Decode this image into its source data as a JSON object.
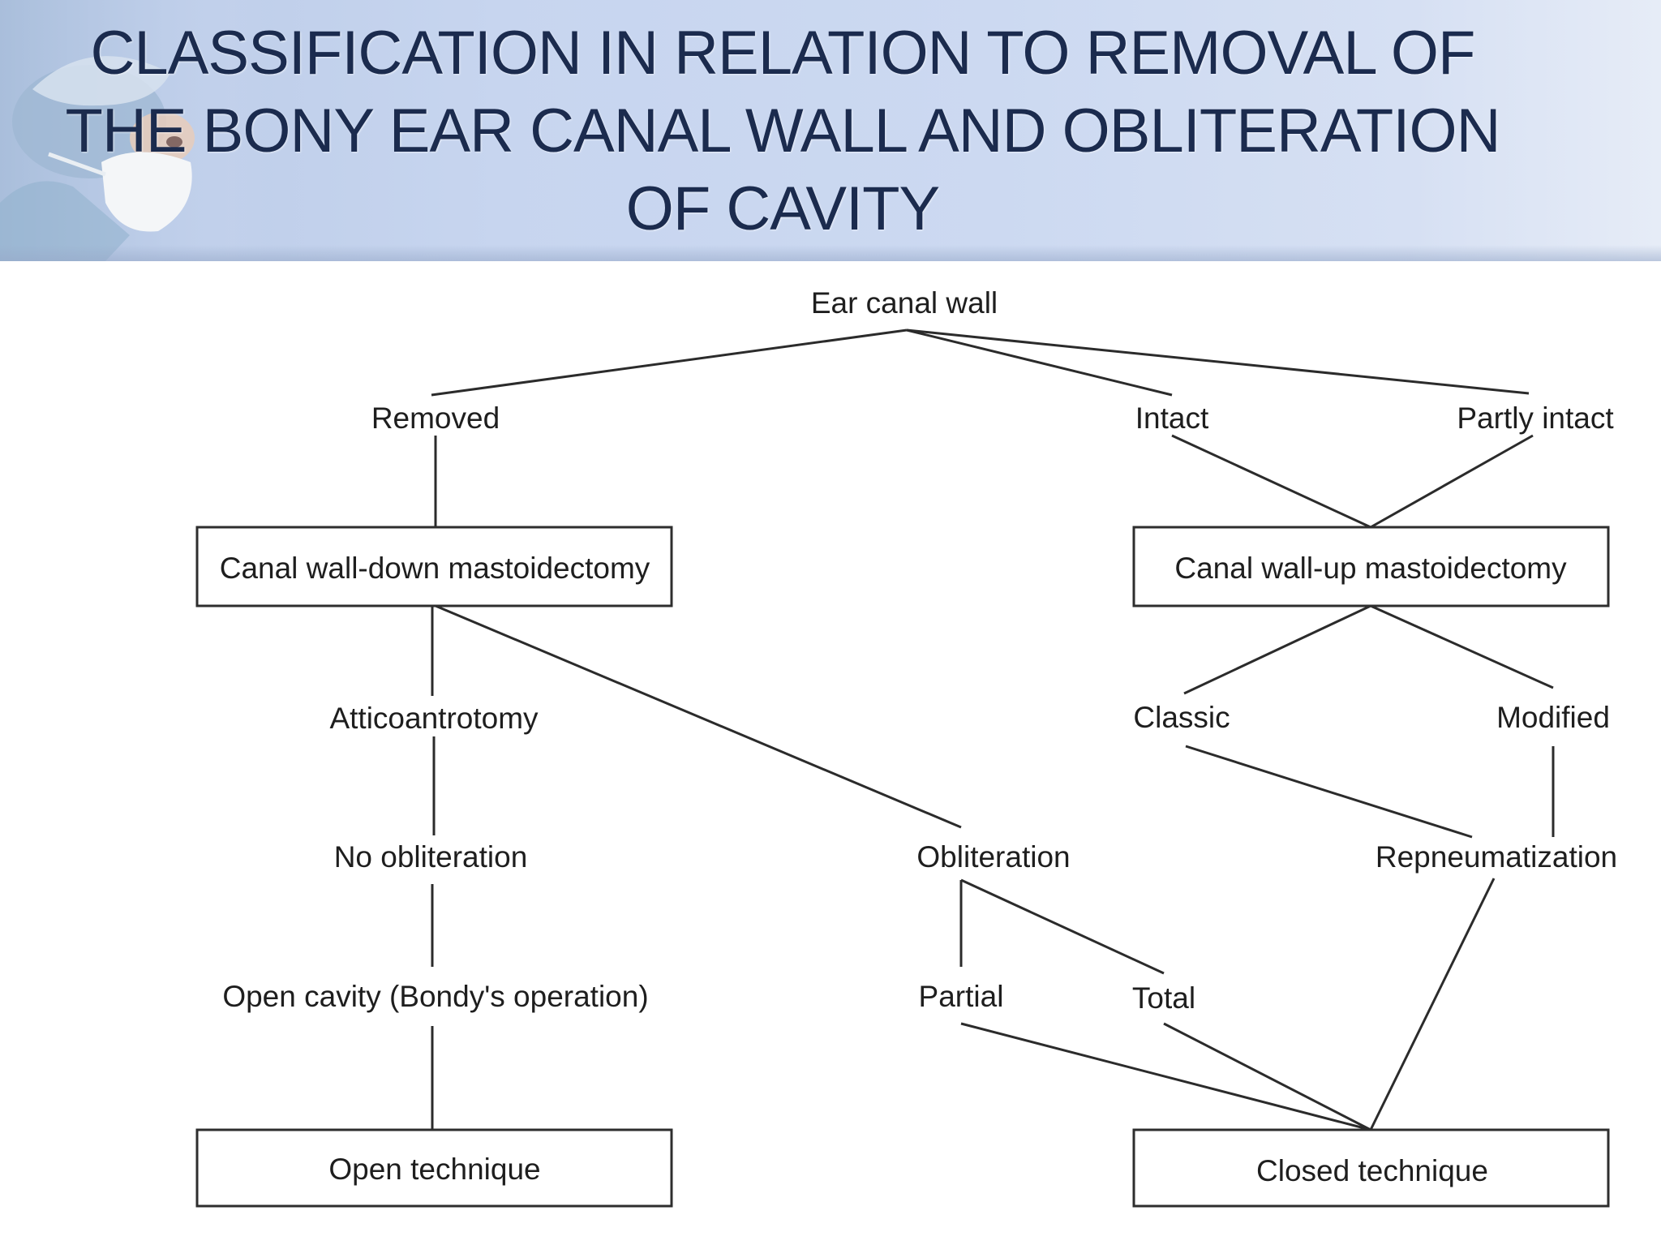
{
  "slide": {
    "title": "CLASSIFICATION IN RELATION TO REMOVAL OF THE BONY EAR CANAL WALL AND OBLITERATION OF CAVITY"
  },
  "flowchart": {
    "root": "Ear canal wall",
    "removed": "Removed",
    "intact": "Intact",
    "partly_intact": "Partly intact",
    "canal_wall_down": "Canal wall-down mastoidectomy",
    "canal_wall_up": "Canal wall-up mastoidectomy",
    "atticoantrotomy": "Atticoantrotomy",
    "classic": "Classic",
    "modified": "Modified",
    "no_obliteration": "No obliteration",
    "obliteration": "Obliteration",
    "repneumatization": "Repneumatization",
    "open_cavity": "Open cavity (Bondy's operation)",
    "partial": "Partial",
    "total": "Total",
    "open_technique": "Open technique",
    "closed_technique": "Closed technique"
  },
  "colors": {
    "banner": "#c9d6ef",
    "title_text": "#1b2b4e",
    "lines": "#2b2b2b"
  },
  "icons": {
    "banner_photo": "surgeon-with-mask-icon"
  }
}
